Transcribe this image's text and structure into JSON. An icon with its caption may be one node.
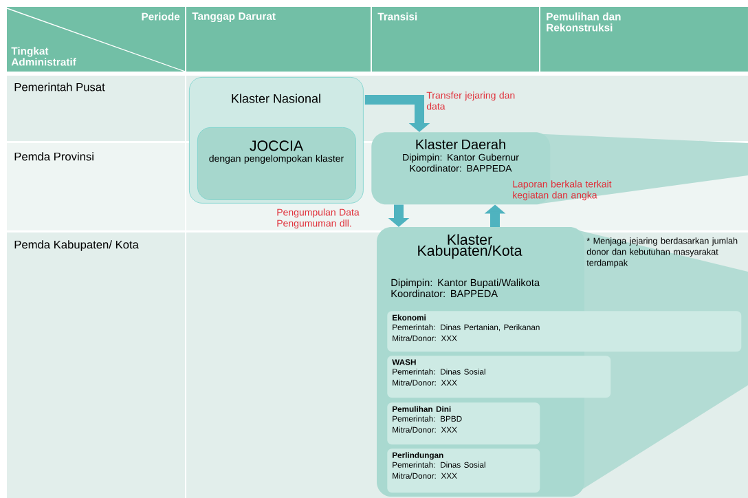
{
  "diagram": {
    "nodes": [
      {
        "text": [
          "Klaster Nasional"
        ]
      },
      {
        "text": [
          "JOCCIA",
          "dengan pengelompokan klaster"
        ],
        "in": 0
      },
      {
        "text": [
          "Klaster Daerah",
          "Dipimpin: Kantor Gubernur",
          "Koordinator: BAPPEDA"
        ]
      },
      {
        "text": [
          "Klaster Kabupaten/Kota",
          "Dipimpin: Kantor Bupati/Walikota",
          "Koordinator: BAPPEDA"
        ]
      },
      {
        "text": [
          "Ekonomi",
          "Pemerintah: Dinas Pertanian, Perikanan",
          "Mitra/Donor: XXX"
        ]
      },
      {
        "text": [
          "WASH",
          "Pemerintah: Dinas Sosial",
          "Mitra/Donor: XXX"
        ],
        "in": 3
      },
      {
        "text": [
          "Pemulihan Dini",
          "Pemerintah: BPBD",
          "Mitra/Donor: XXX"
        ],
        "in": 3
      },
      {
        "text": [
          "Perlindungan",
          "Pemerintah: Dinas Sosial",
          "Mitra/Donor: XXX"
        ],
        "in": 3
      }
    ],
    "edges": [
      {
        "from": 0,
        "to": 2,
        "arrow": "to",
        "label": "Transfer jejaring dan data"
      },
      {
        "from": 2,
        "to": 3,
        "arrow": "to",
        "label": "Pengumpulan Data Pengumuman dll."
      },
      {
        "from": 3,
        "to": 2,
        "arrow": "to",
        "label": "Laporan berkala terkait kegiatan dan angka"
      }
    ],
    "labels": [
      "Periode",
      "Tingkat Administratif",
      "Tanggap Darurat",
      "Transisi",
      "Pemulihan dan Rekonstruksi",
      "Pemerintah Pusat",
      "Pemda Provinsi",
      "Pemda Kabupaten/ Kota",
      "* Menjaga jejaring berdasarkan jumlah donor dan kebutuhan masyarakat terdampak"
    ]
  }
}
